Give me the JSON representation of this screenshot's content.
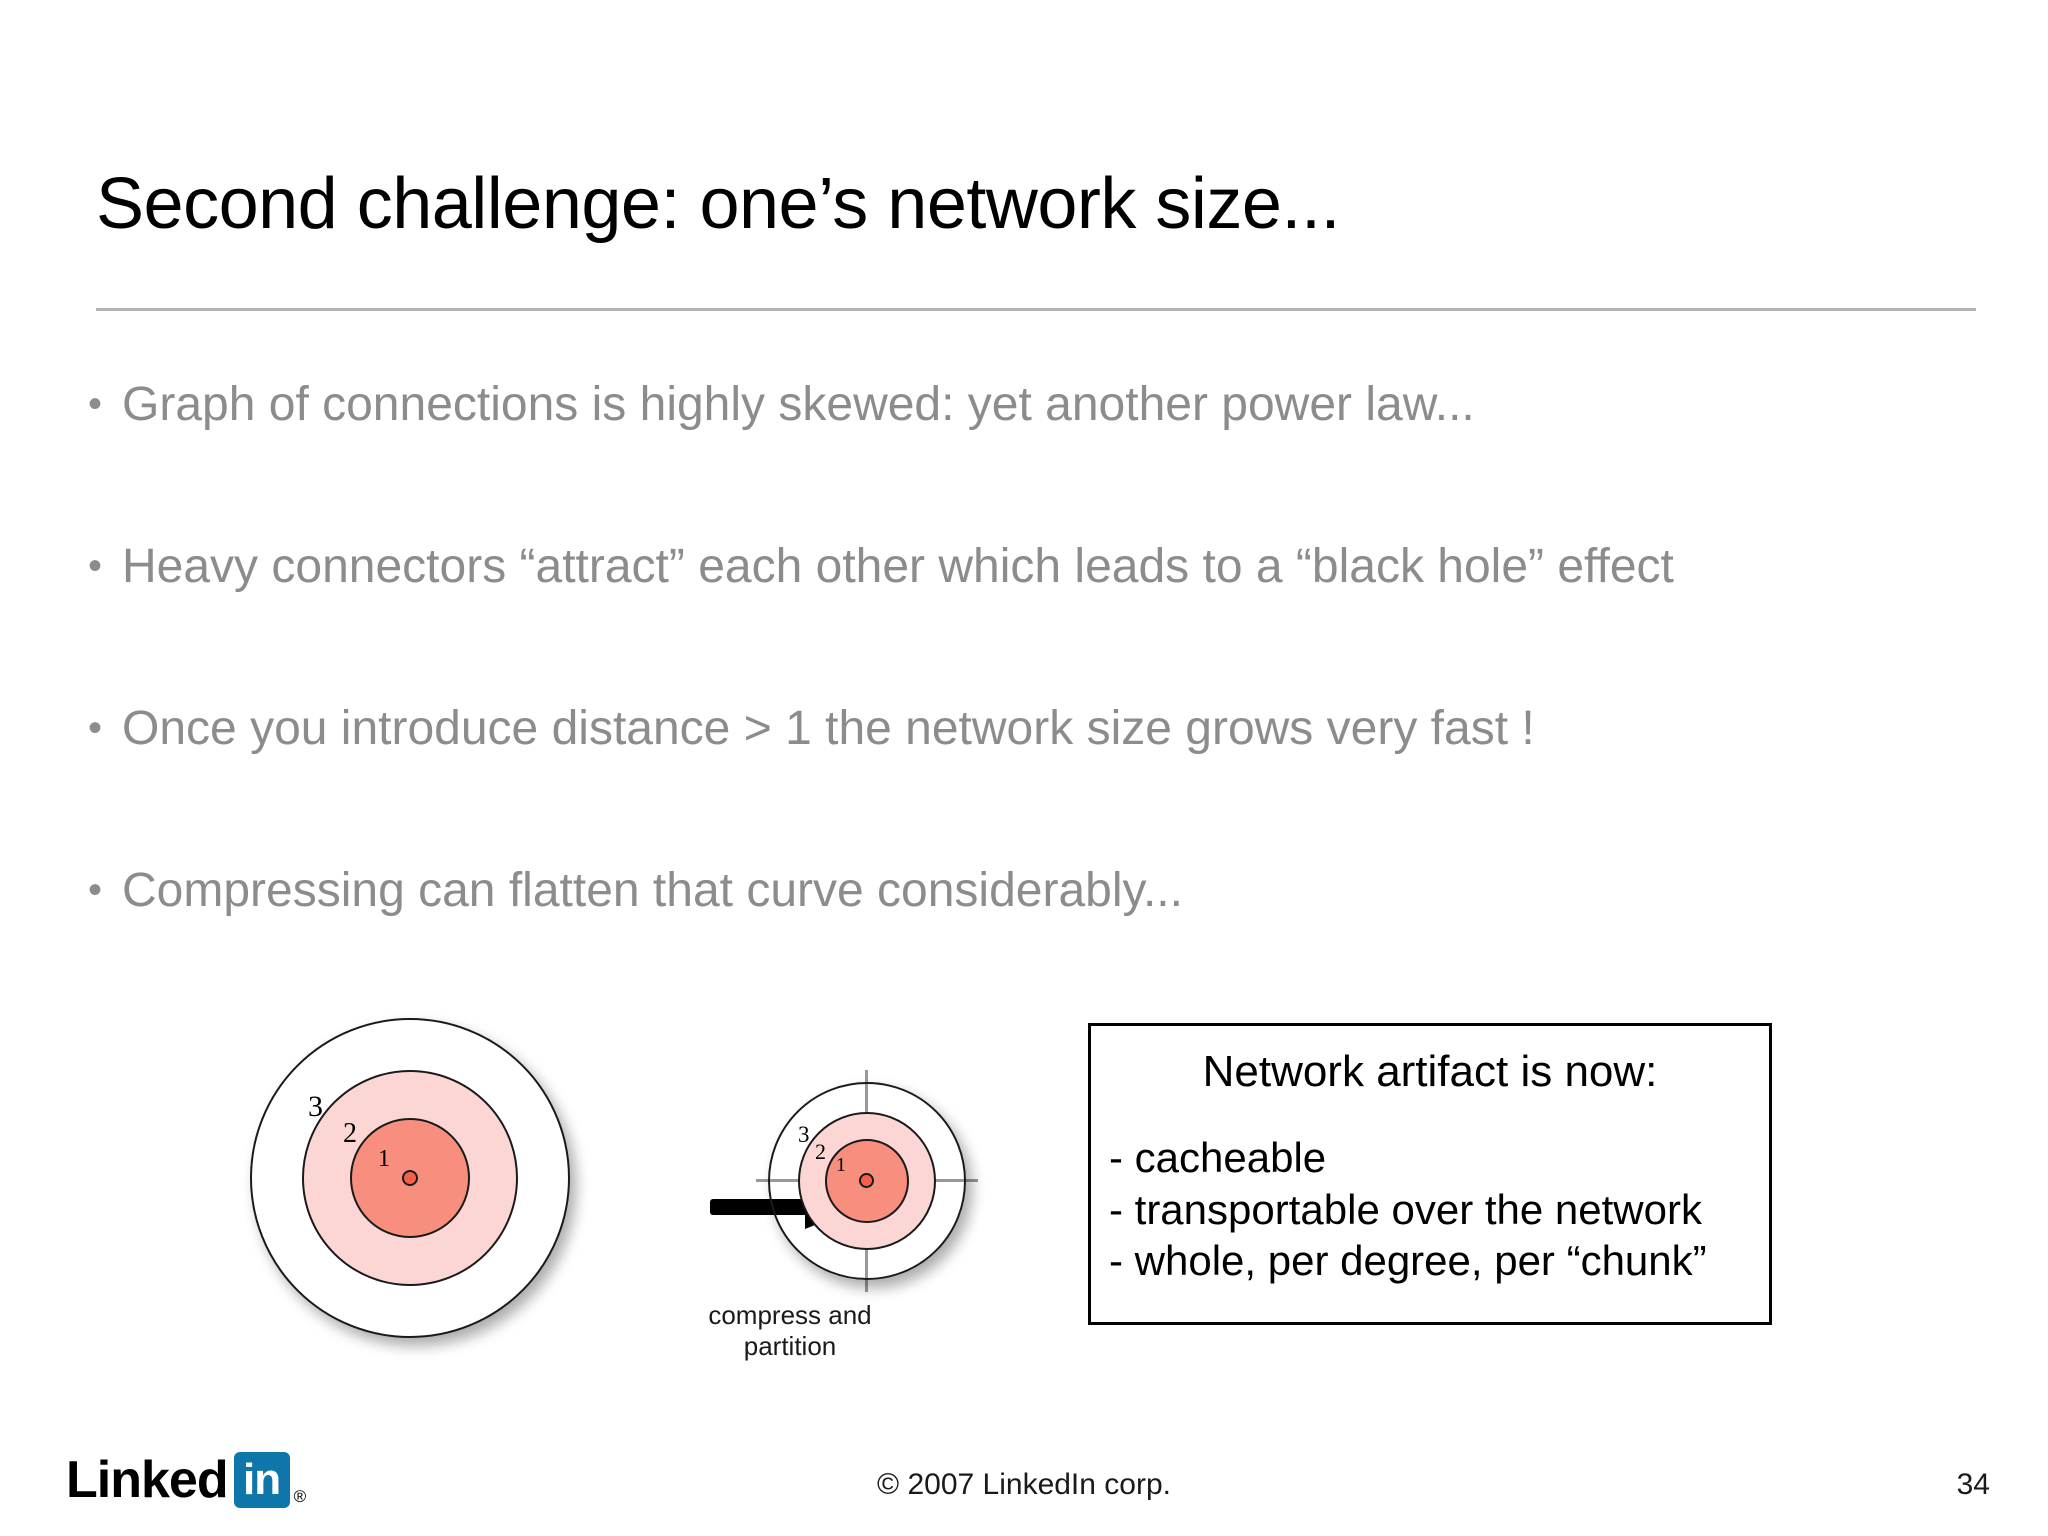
{
  "slide": {
    "title": "Second challenge: one’s network size...",
    "page_number": "34",
    "copyright": "© 2007 LinkedIn corp."
  },
  "bullets": [
    {
      "marker": "•",
      "text": "Graph of connections is highly skewed: yet another power law..."
    },
    {
      "marker": "•",
      "text": "Heavy connectors “attract” each other which leads to a “black hole” effect"
    },
    {
      "marker": "•",
      "text": "Once you introduce distance > 1 the network size grows very fast !"
    },
    {
      "marker": "•",
      "text": "Compressing can flatten that curve considerably..."
    }
  ],
  "diagram": {
    "left_target": {
      "ring_labels": [
        "3",
        "2",
        "1"
      ],
      "colors": {
        "outer": "#ffffff",
        "middle": "#fbd6d5",
        "inner": "#f78e7e",
        "center_dot": "#f4604c",
        "stroke": "#1a1a1a"
      }
    },
    "right_target": {
      "ring_labels": [
        "3",
        "2",
        "1"
      ],
      "partition_line_color": "#999999",
      "colors": {
        "outer": "#ffffff",
        "middle": "#fbd6d5",
        "inner": "#f78e7e",
        "center_dot": "#f4604c",
        "stroke": "#1a1a1a"
      }
    },
    "arrow_caption": "compress and partition",
    "arrow_color": "#000000"
  },
  "info_box": {
    "title": "Network artifact is now:",
    "items": [
      "- cacheable",
      "- transportable over the network",
      "- whole, per degree, per “chunk”"
    ]
  },
  "logo": {
    "word": "Linked",
    "badge": "in",
    "registered": "®"
  }
}
